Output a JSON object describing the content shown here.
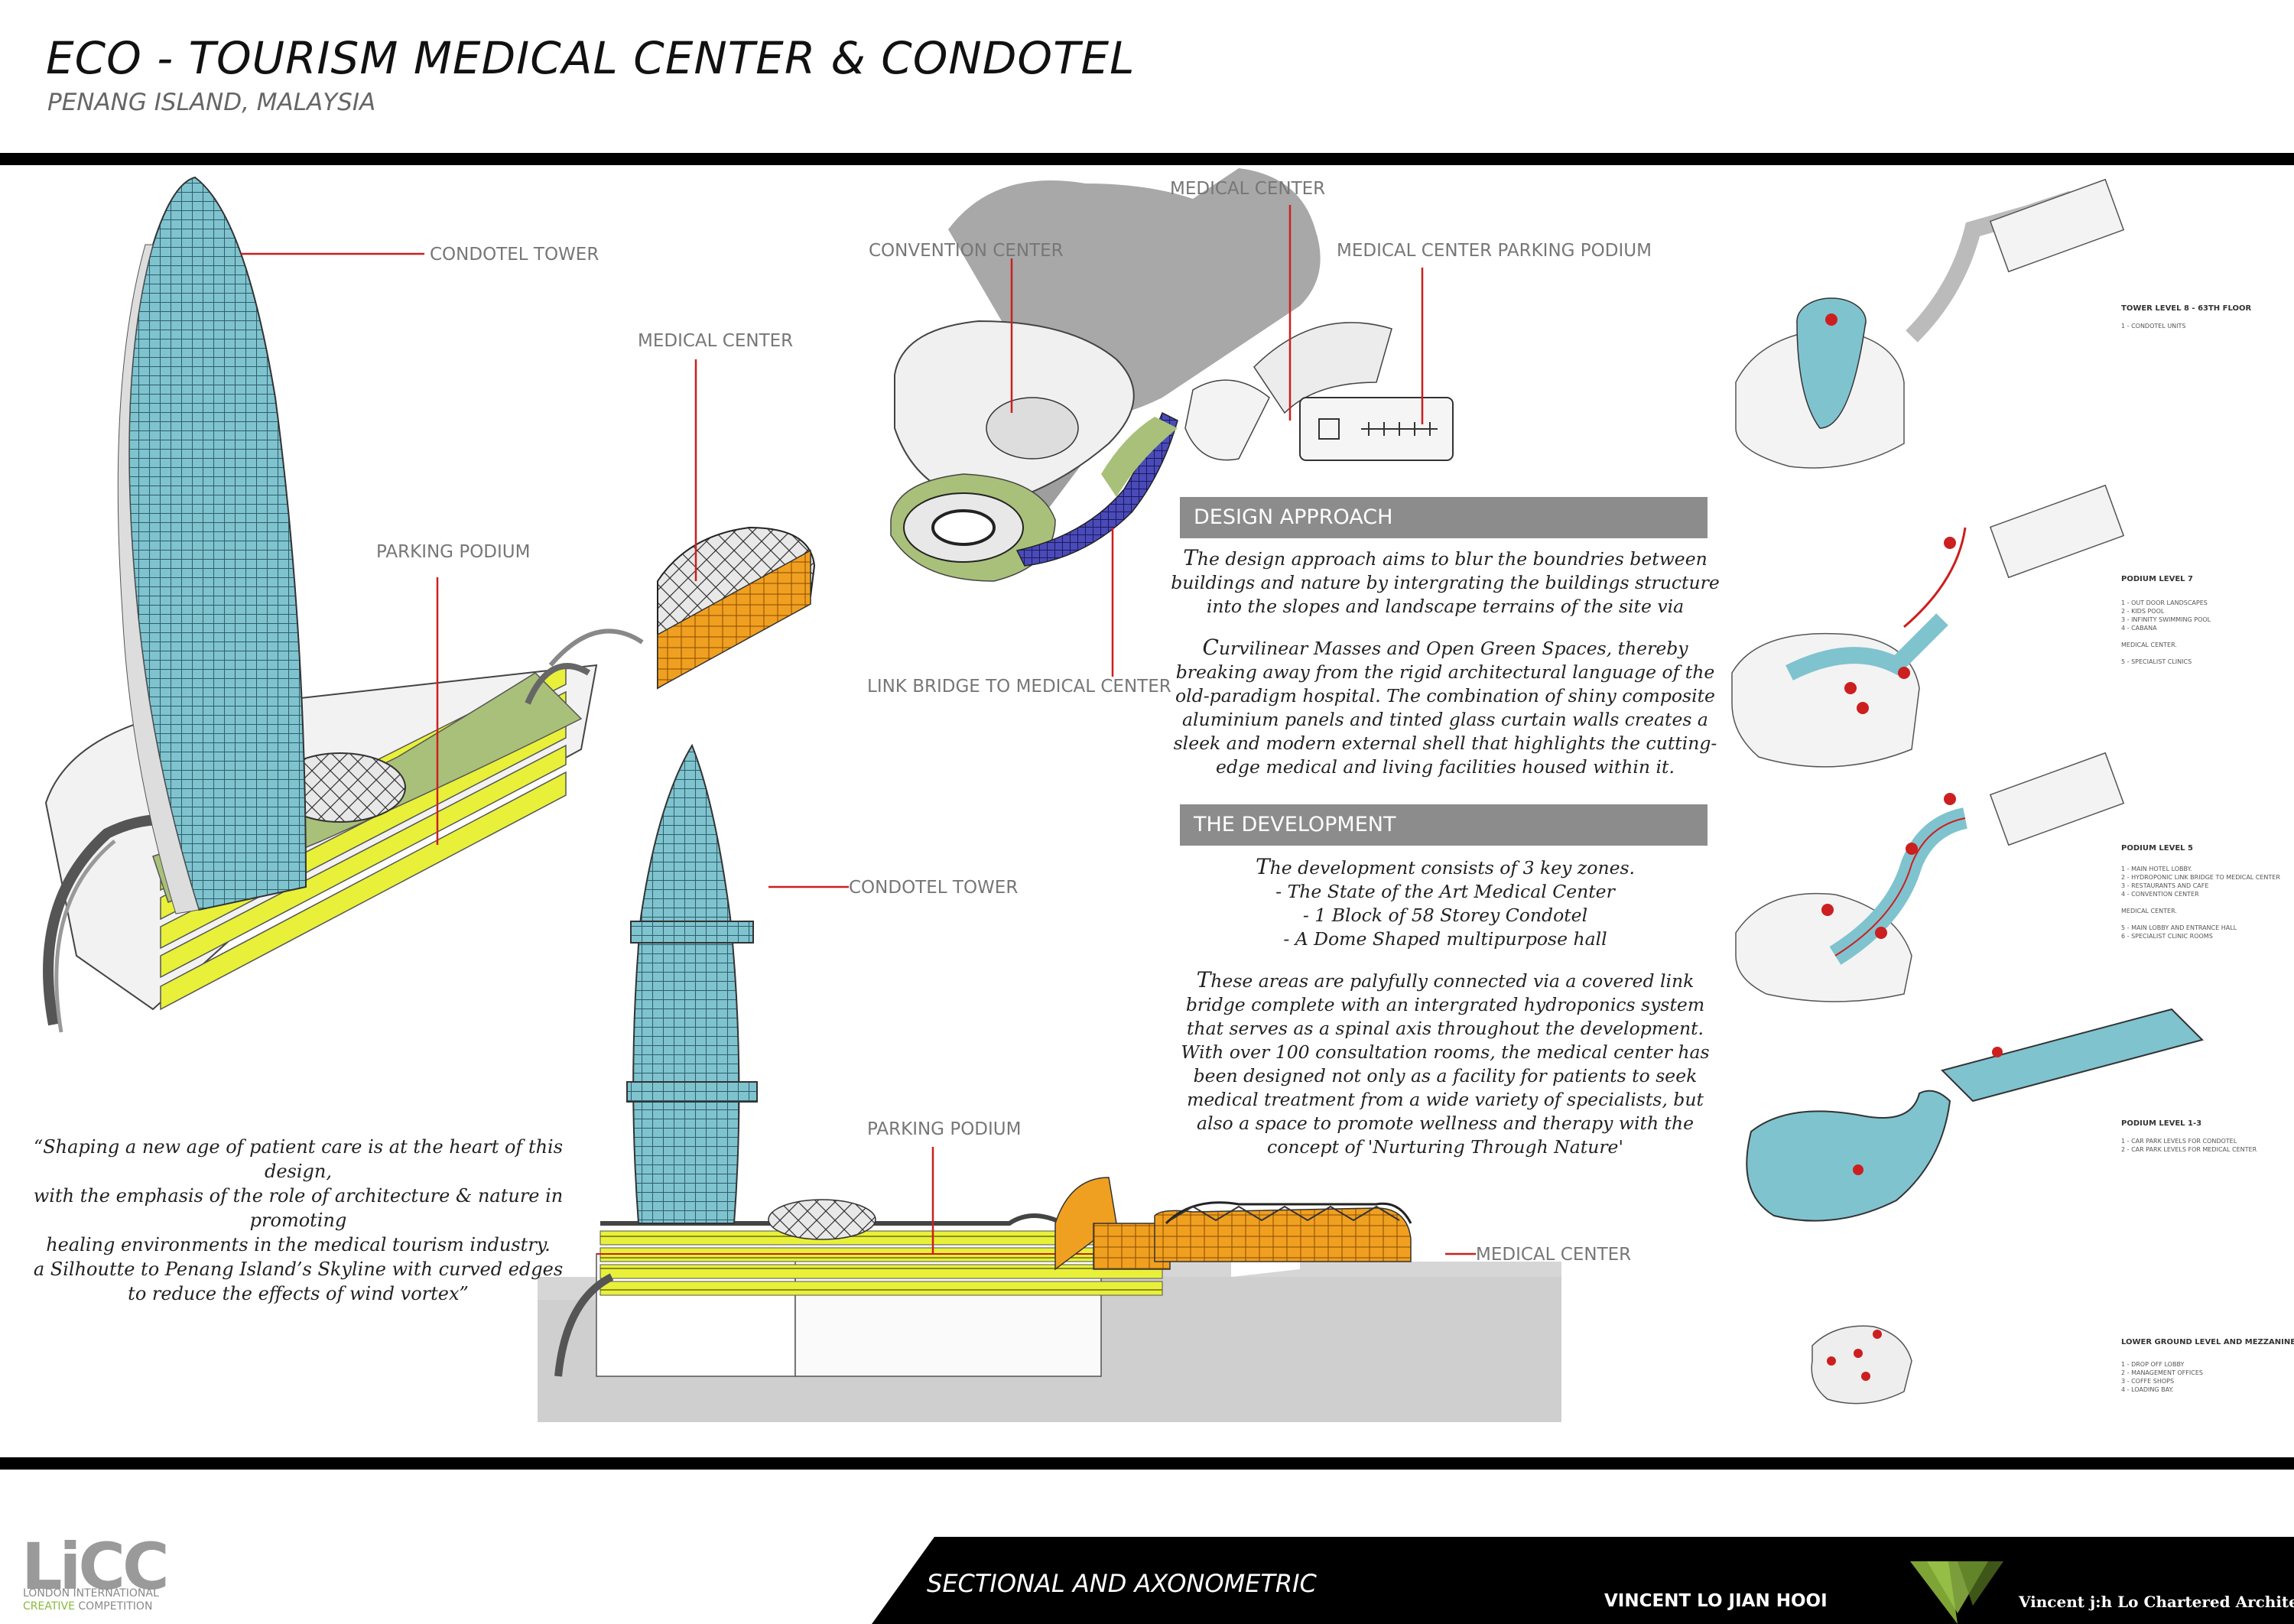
{
  "header": {
    "title": "ECO - TOURISM MEDICAL CENTER & CONDOTEL",
    "subtitle": "PENANG ISLAND, MALAYSIA"
  },
  "labels": {
    "condotel_tower_1": "CONDOTEL TOWER",
    "medical_center_1": "MEDICAL CENTER",
    "parking_podium_1": "PARKING PODIUM",
    "medical_center_top": "MEDICAL CENTER",
    "convention_center": "CONVENTION CENTER",
    "medical_center_parking_podium": "MEDICAL CENTER PARKING PODIUM",
    "link_bridge": "LINK BRIDGE TO MEDICAL CENTER",
    "condotel_tower_2": "CONDOTEL TOWER",
    "parking_podium_2": "PARKING PODIUM",
    "medical_center_2": "MEDICAL CENTER"
  },
  "design_approach": {
    "heading": "DESIGN APPROACH",
    "p1_cap": "T",
    "p1": "he design approach aims to blur the boundries between buildings and nature by intergrating the buildings structure into the slopes and landscape terrains of the site via",
    "p2_cap": "C",
    "p2": "urvilinear Masses and Open Green Spaces, thereby breaking away from the rigid architectural language of the old-paradigm hospital. The combination of shiny composite aluminium panels and tinted glass curtain walls creates a sleek and modern external shell that highlights the cutting-edge medical and living facilities housed within it."
  },
  "development": {
    "heading": "THE DEVELOPMENT",
    "p1_cap": "T",
    "p1": "he development consists of 3 key zones.",
    "zones": [
      "- The State of the Art Medical Center",
      "- 1 Block of 58 Storey Condotel",
      "- A Dome Shaped multipurpose hall"
    ],
    "p2_cap": "T",
    "p2": "hese areas are palyfully connected via a covered link bridge complete with an intergrated hydroponics system that serves as a spinal axis throughout the development. With over 100 consultation rooms, the medical center has been designed not only as a facility for patients to seek medical treatment from a wide variety of specialists, but also a space to promote wellness and therapy with the concept of 'Nurturing Through Nature'"
  },
  "quote": {
    "line1": "“Shaping a new age of patient care is at the heart of this design,",
    "line2": "with the emphasis of the role of architecture & nature in promoting",
    "line3": "healing environments  in the medical tourism industry.",
    "line4": "a Silhoutte to Penang Island’s Skyline with curved edges",
    "line5": "to reduce the effects of wind vortex”"
  },
  "levels": [
    {
      "title": "TOWER LEVEL 8 - 63TH FLOOR",
      "items": "1 - CONDOTEL UNITS"
    },
    {
      "title": "PODIUM LEVEL 7",
      "items": "1 - OUT DOOR LANDSCAPES\n2 - KIDS POOL\n3 - INFINITY SWIMMING POOL\n4 - CABANA\n\nMEDICAL CENTER.\n\n5 - SPECIALIST CLINICS"
    },
    {
      "title": "PODIUM LEVEL 5",
      "items": "1 - MAIN HOTEL LOBBY.\n2 - HYDROPONIC LINK BRIDGE TO MEDICAL CENTER\n3 - RESTAURANTS AND CAFE\n4 - CONVENTION CENTER\n\nMEDICAL CENTER.\n\n5 - MAIN LOBBY AND ENTRANCE HALL\n6 - SPECIALIST CLINIC ROOMS"
    },
    {
      "title": "PODIUM LEVEL 1-3",
      "items": "1 - CAR PARK LEVELS FOR CONDOTEL\n2 - CAR PARK LEVELS FOR MEDICAL CENTER"
    },
    {
      "title": "LOWER GROUND LEVEL AND MEZZANINE",
      "items": "1 - DROP OFF LOBBY\n2 - MANAGEMENT OFFICES\n3 - COFFE SHOPS\n4 - LOADING BAY."
    }
  ],
  "footer": {
    "logo": "LiCC",
    "logo_sub1": "LONDON INTERNATIONAL",
    "logo_sub2": "CREATIVE",
    "logo_sub3": "COMPETITION",
    "sheet_title": "SECTIONAL AND AXONOMETRIC",
    "author": "VINCENT LO JIAN HOOI",
    "firm": "Vincent j:h Lo Chartered Architect"
  },
  "colors": {
    "glass": "#7fc3cf",
    "leader": "#cc1f1f",
    "parking": "#e8f03a",
    "medical": "#f0a020",
    "bridge": "#3a3aa8",
    "green": "#a9c07a",
    "heading_bg": "#8c8c8c"
  }
}
